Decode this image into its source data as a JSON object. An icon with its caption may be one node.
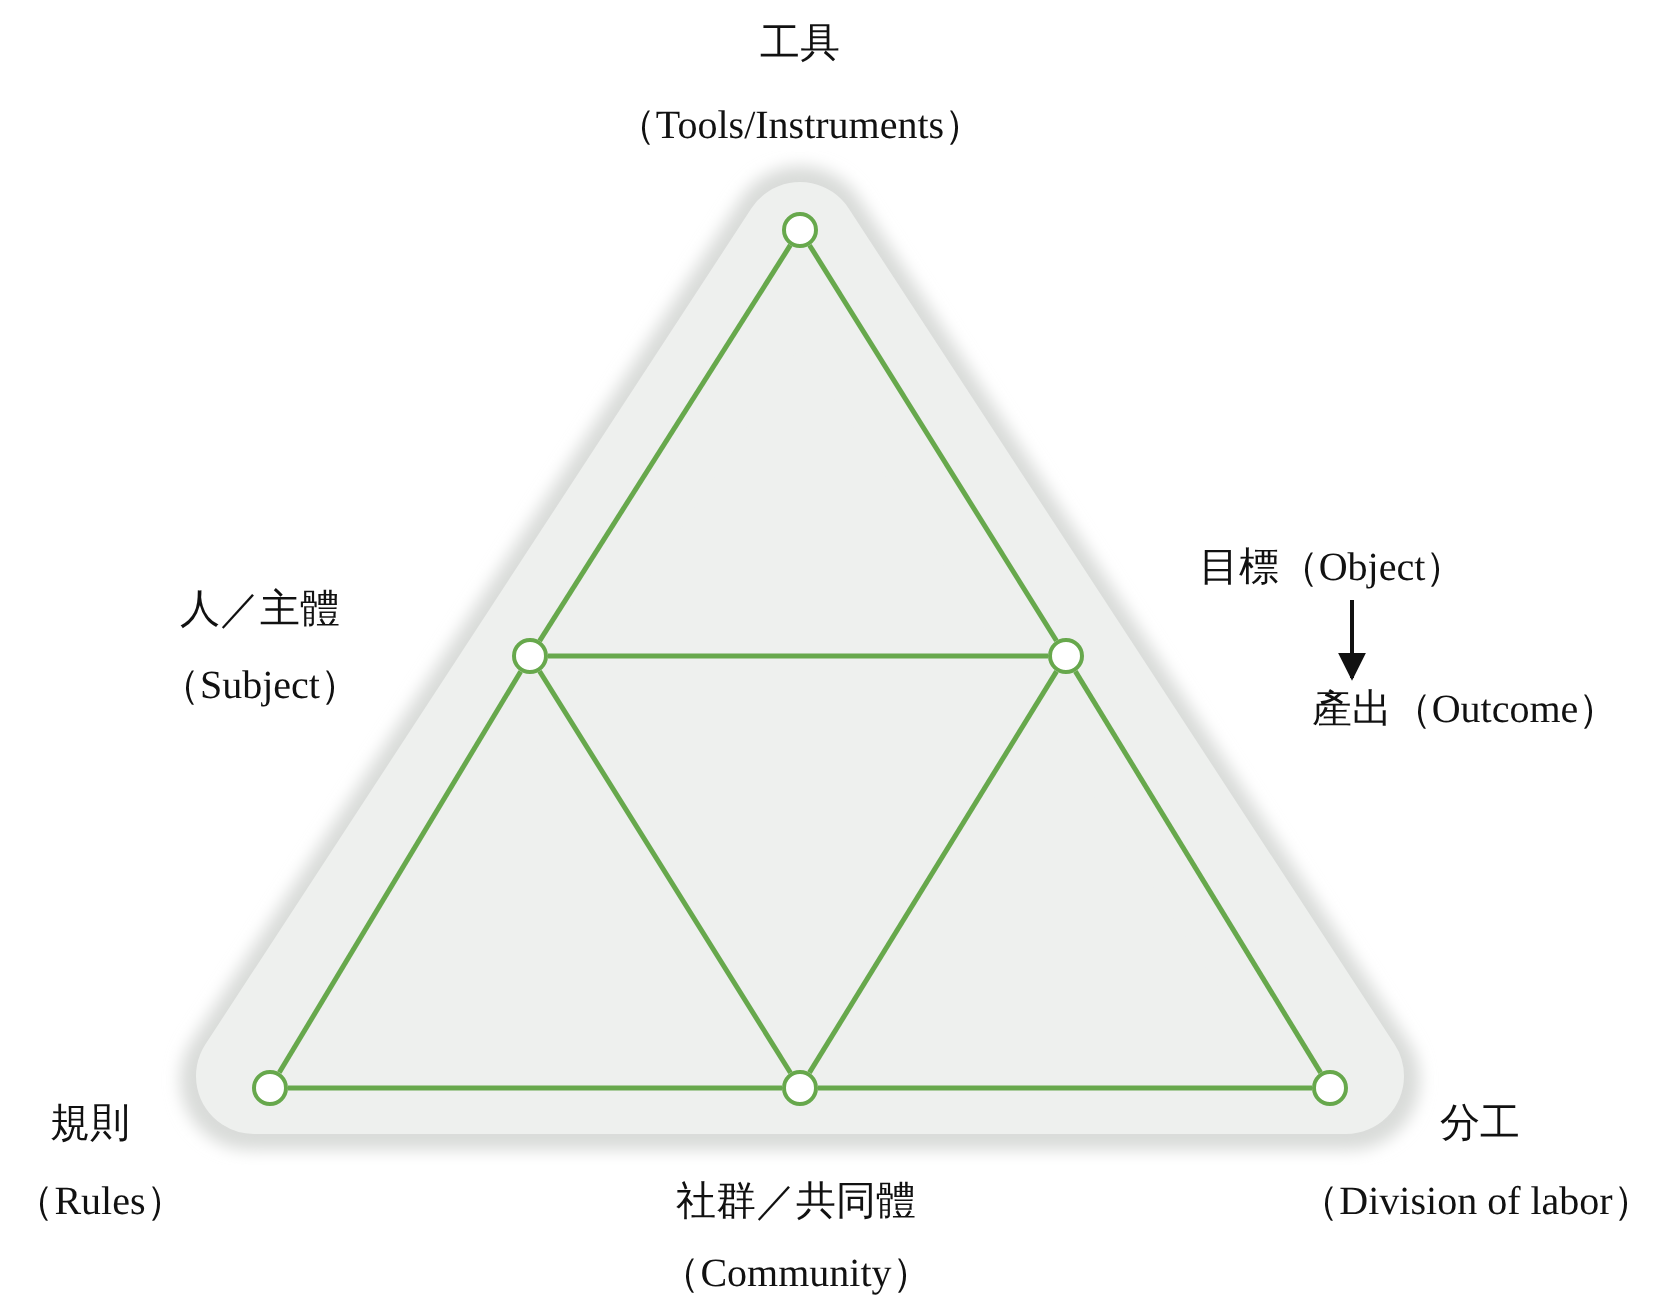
{
  "diagram": {
    "nodes": [
      {
        "text": [],
        "shape": "circle",
        "beside": [
          "工具",
          "（Tools/Instruments）"
        ]
      },
      {
        "text": [],
        "shape": "circle",
        "beside": [
          "人／主體",
          "（Subject）"
        ]
      },
      {
        "text": [],
        "shape": "circle"
      },
      {
        "text": [],
        "shape": "circle",
        "beside": [
          "規則",
          "（Rules）"
        ]
      },
      {
        "text": [],
        "shape": "circle",
        "beside": [
          "社群／共同體",
          "（Community）"
        ]
      },
      {
        "text": [],
        "shape": "circle",
        "beside": [
          "分工",
          "（Division of labor）"
        ]
      },
      {
        "text": [
          "目標（Object）"
        ]
      },
      {
        "text": [
          "產出（Outcome）"
        ]
      }
    ],
    "edges": [
      {
        "from": 0,
        "to": 1,
        "arrow": "none"
      },
      {
        "from": 0,
        "to": 2,
        "arrow": "none"
      },
      {
        "from": 1,
        "to": 2,
        "arrow": "none"
      },
      {
        "from": 1,
        "to": 3,
        "arrow": "none"
      },
      {
        "from": 1,
        "to": 4,
        "arrow": "none"
      },
      {
        "from": 2,
        "to": 4,
        "arrow": "none"
      },
      {
        "from": 2,
        "to": 5,
        "arrow": "none"
      },
      {
        "from": 3,
        "to": 4,
        "arrow": "none"
      },
      {
        "from": 4,
        "to": 5,
        "arrow": "none"
      },
      {
        "from": 6,
        "to": 7,
        "arrow": "to",
        "color": "#111111"
      }
    ]
  }
}
